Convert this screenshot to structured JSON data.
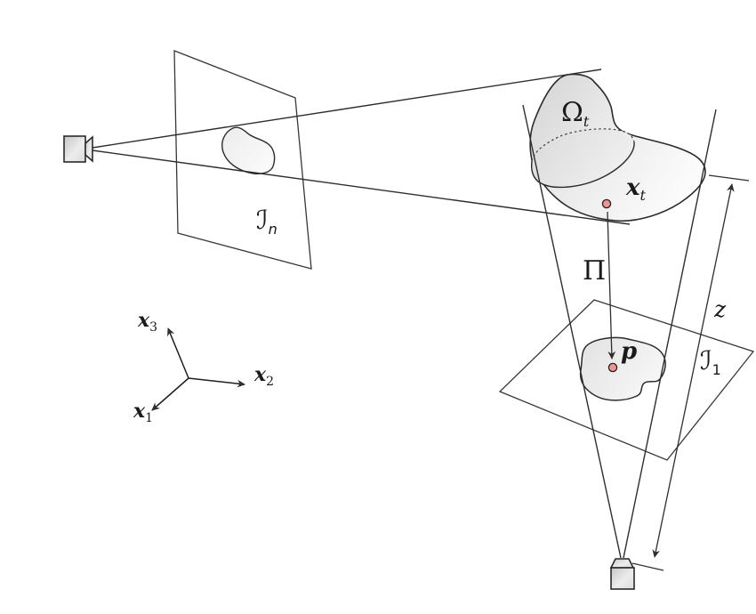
{
  "figure": {
    "labels": {
      "region": {
        "main": "Ω",
        "sub": "t"
      },
      "surface_point": {
        "main": "x",
        "sub": "t"
      },
      "projection": "Π",
      "image_point": "p",
      "depth": "z",
      "plane_n": {
        "main": "ℐ",
        "sub": "n"
      },
      "plane_1": {
        "main": "ℐ",
        "sub": "1"
      },
      "axis1": {
        "main": "x",
        "sub": "1"
      },
      "axis2": {
        "main": "x",
        "sub": "2"
      },
      "axis3": {
        "main": "x",
        "sub": "3"
      }
    },
    "colors": {
      "stroke": "#2e2e2e",
      "point_fill": "#f2938f"
    }
  }
}
